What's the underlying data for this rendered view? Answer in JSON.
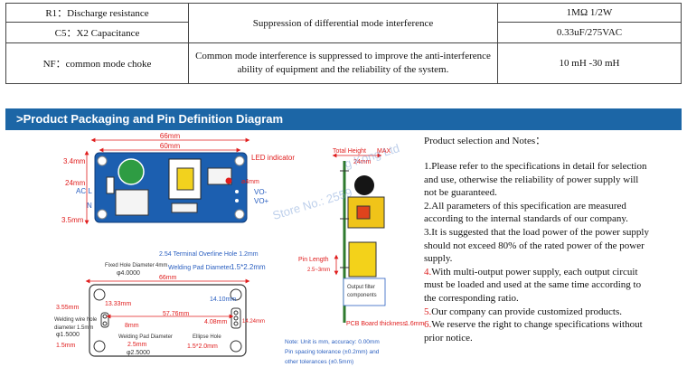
{
  "spec_table": {
    "rows": [
      {
        "component": "R1：Discharge resistance",
        "value": "1MΩ 1/2W"
      },
      {
        "component": "C5：X2 Capacitance",
        "value": "0.33uF/275VAC"
      },
      {
        "component": "NF：common mode choke",
        "value": "10 mH -30 mH"
      }
    ],
    "function_1": "Suppression of differential mode interference",
    "function_2_line1": "Common mode interference is suppressed to improve the anti-interference",
    "function_2_line2": "ability of equipment and the reliability of the system."
  },
  "banner_title": ">Product Packaging and Pin Definition Diagram",
  "diagram_top": {
    "dim_66": "66mm",
    "dim_60": "60mm",
    "dim_34": "3.4mm",
    "dim_24": "24mm",
    "dim_35": "3.5mm",
    "led_label": "LED indicator",
    "ac_l": "AC L",
    "ac_n": "N",
    "phi": "ø4mm",
    "vo_minus": "VO-",
    "vo_plus": "VO+"
  },
  "diagram_bottom": {
    "terminal_title": "2.54 Terminal Overline Hole 1.2mm",
    "welding_pad_diameter": "Welding Pad Diameter",
    "welding_pad_value": "1.5*2.2mm",
    "fixed_hole": "Fixed Hole Diameter",
    "fixed_hole_value": "4mm",
    "phi_4000": "φ4.0000",
    "dim_66": "66mm",
    "dim_355": "3.55mm",
    "dim_1333": "13.33mm",
    "dim_5776": "57.76mm",
    "dim_8": "8mm",
    "dim_1410": "14.10mm",
    "dim_408": "4.08mm",
    "dim_1424": "14.24mm",
    "dim_15": "1.5mm",
    "weld_wire_hole": "Welding wire hole",
    "weld_wire_diam": "diameter 1.5mm",
    "phi_15000": "φ1.5000",
    "pad_diameter": "Welding Pad Diameter",
    "pad_25": "2.5mm",
    "phi_25000": "φ2.5000",
    "ellipse_hole": "Ellipse Hole",
    "ellipse_value": "1.5*2.0mm"
  },
  "side_view": {
    "total_height": "Total Height",
    "max": "MAX",
    "dim_24": "24mm",
    "pin_length": "Pin Length",
    "pin_value": "2.5~3mm",
    "filter_1": "Output filter",
    "filter_2": "components",
    "pcb": "PCB Board thickness",
    "pcb_value": "1.6mm",
    "note1": "Note: Unit is mm, accuracy: 0.00mm",
    "note2": "Pin spacing tolerance (±0.2mm) and",
    "note3": "other tolerances (±0.5mm)"
  },
  "watermark": {
    "line1": "g Kong  Ltd",
    "line2": "Store  No.:  2559"
  },
  "notes": {
    "title": "Product selection and Notes：",
    "items": [
      {
        "num": "1.",
        "line1": "Please refer to the specifications in detail for selection",
        "line2": "and use, otherwise the reliability of power supply will",
        "line3": "not be guaranteed."
      },
      {
        "num": "2.",
        "line1": "All parameters of this specification are measured",
        "line2": "according to the internal standards of our company."
      },
      {
        "num": "3.",
        "line1": "It is suggested that the load power of the power supply",
        "line2": "should not exceed 80% of the rated power of the power",
        "line3": "supply."
      },
      {
        "num": "4.",
        "line1": "With multi-output power supply, each output circuit",
        "line2": "must be loaded and used at the same time according to",
        "line3": "the corresponding ratio."
      },
      {
        "num": "5.",
        "line1": "Our company can provide customized products."
      },
      {
        "num": "6.",
        "line1": "We reserve the right to change specifications without",
        "line2": "prior notice."
      }
    ]
  },
  "colors": {
    "banner": "#1c66a6",
    "pcb": "#1c5fb0",
    "dimension": "#e01d1d",
    "note_blue": "#2a5fc0"
  }
}
